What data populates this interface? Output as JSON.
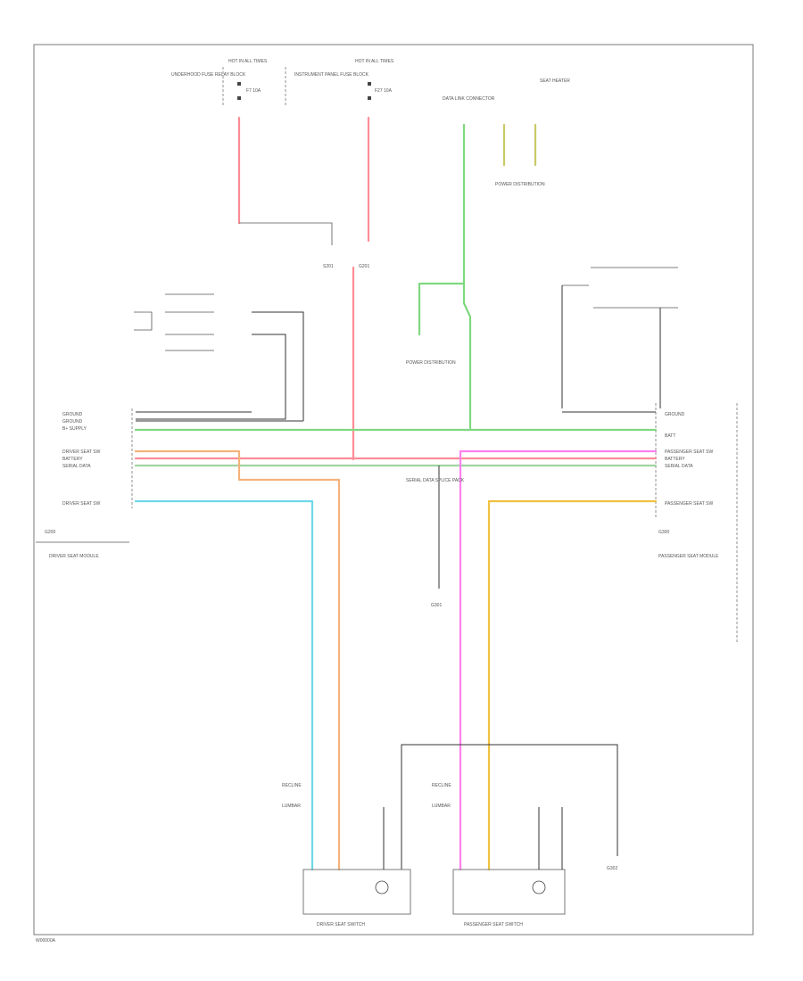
{
  "footer_code": "W00000A",
  "colors": {
    "red": "#ff8c96",
    "green": "#7fd87f",
    "orange": "#f5b27a",
    "cyan": "#6fd8e8",
    "magenta": "#ff80ee",
    "yellow": "#f0c040",
    "olive": "#c8c868",
    "black": "#333333"
  },
  "top": {
    "left_fuse_box": "HOT IN ALL TIMES",
    "left_fuse_text": "UNDERHOOD FUSE RELAY BLOCK",
    "left_fuse_id": "F7 10A",
    "right_fuse_box": "HOT IN ALL TIMES",
    "right_fuse_text": "INSTRUMENT PANEL FUSE BLOCK",
    "right_fuse_id": "F27 10A",
    "data_link": "DATA LINK CONNECTOR",
    "seat_heat": "SEAT HEATER",
    "splice_label": "S201",
    "ground_label": "G201",
    "power_dist": "POWER DISTRIBUTION"
  },
  "left_module": {
    "name": "DRIVER SEAT MODULE",
    "pins": [
      "GROUND",
      "GROUND",
      "B+ SUPPLY",
      "DRIVER SEAT SW",
      "BATTERY",
      "SERIAL DATA",
      "DRIVER SEAT SW"
    ],
    "ground_sym": "G200"
  },
  "right_module": {
    "name": "PASSENGER SEAT MODULE",
    "pins": [
      "GROUND",
      "BATT",
      "PASSENGER SEAT SW",
      "BATTERY",
      "SERIAL DATA",
      "PASSENGER SEAT SW"
    ],
    "ground_sym": "G300"
  },
  "center": {
    "junction": "SERIAL DATA SPLICE PACK",
    "ground_bottom": "G301"
  },
  "switches": {
    "left_name": "DRIVER SEAT SWITCH",
    "right_name": "PASSENGER SEAT SWITCH",
    "right_ground": "G302",
    "left_labels": [
      "RECLINE",
      "LUMBAR"
    ],
    "right_labels": [
      "RECLINE",
      "LUMBAR"
    ]
  }
}
